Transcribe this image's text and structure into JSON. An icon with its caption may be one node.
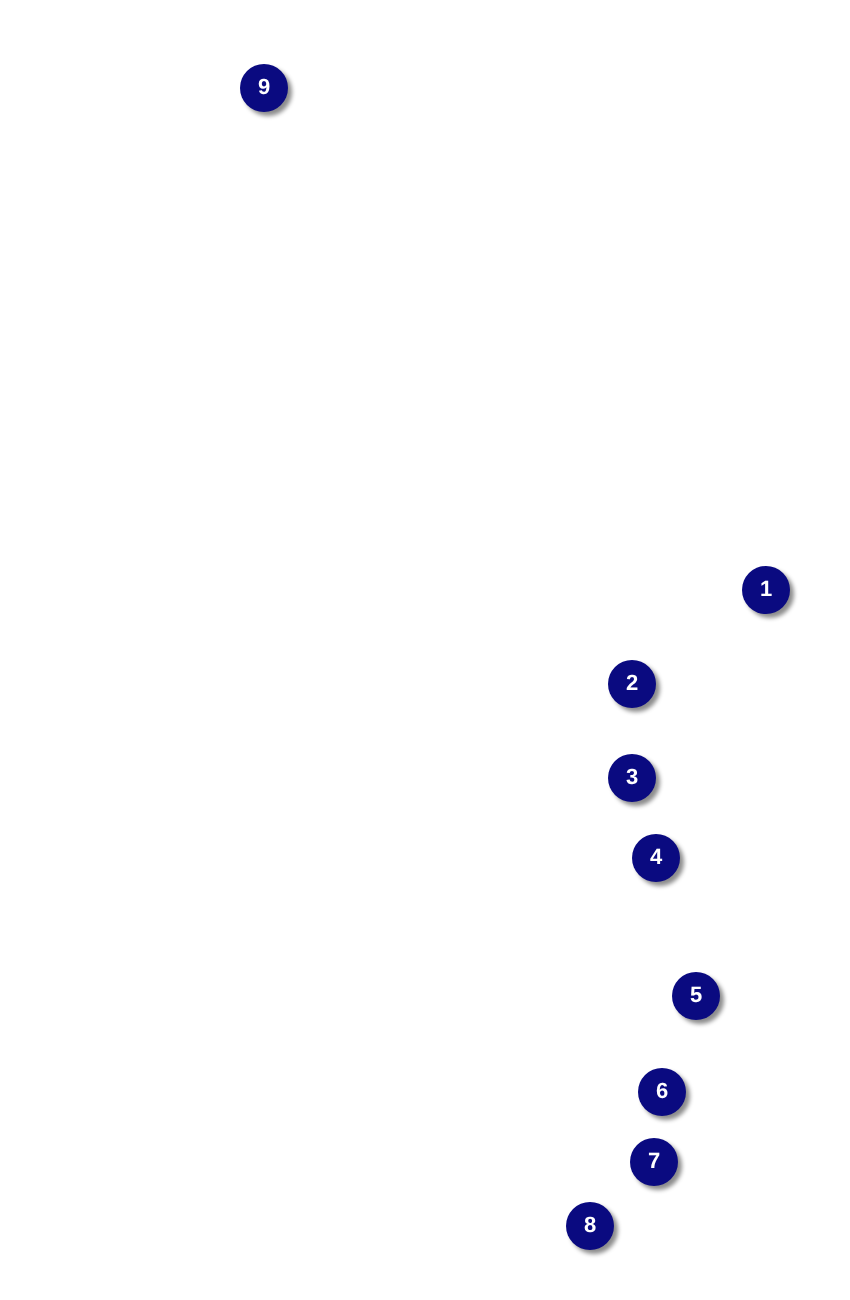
{
  "diagram": {
    "labels": [
      "9",
      "1",
      "2",
      "3",
      "4",
      "5",
      "6",
      "7",
      "8"
    ]
  }
}
